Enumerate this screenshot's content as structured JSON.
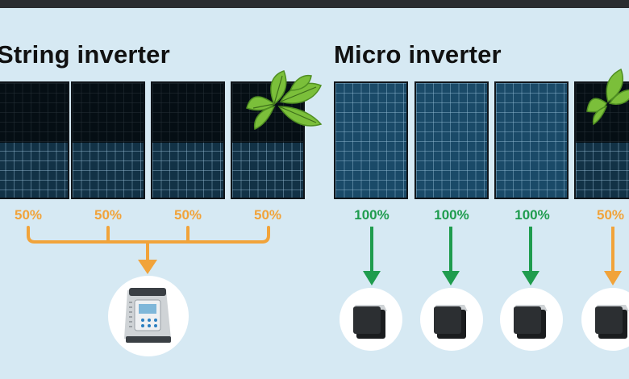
{
  "string_inverter": {
    "title": "String inverter",
    "panels": [
      {
        "output": "50%"
      },
      {
        "output": "50%"
      },
      {
        "output": "50%"
      },
      {
        "output": "50%"
      }
    ]
  },
  "micro_inverter": {
    "title": "Micro inverter",
    "panels": [
      {
        "output": "100%"
      },
      {
        "output": "100%"
      },
      {
        "output": "100%"
      },
      {
        "output": "50%"
      }
    ]
  },
  "colors": {
    "background": "#d6e9f3",
    "orange": "#f1a33a",
    "green": "#1f9c4e",
    "panel": "#123246"
  },
  "icons": {
    "shade": "leaf-cluster-icon",
    "string_device": "string-inverter-icon",
    "micro_device": "micro-inverter-icon"
  }
}
